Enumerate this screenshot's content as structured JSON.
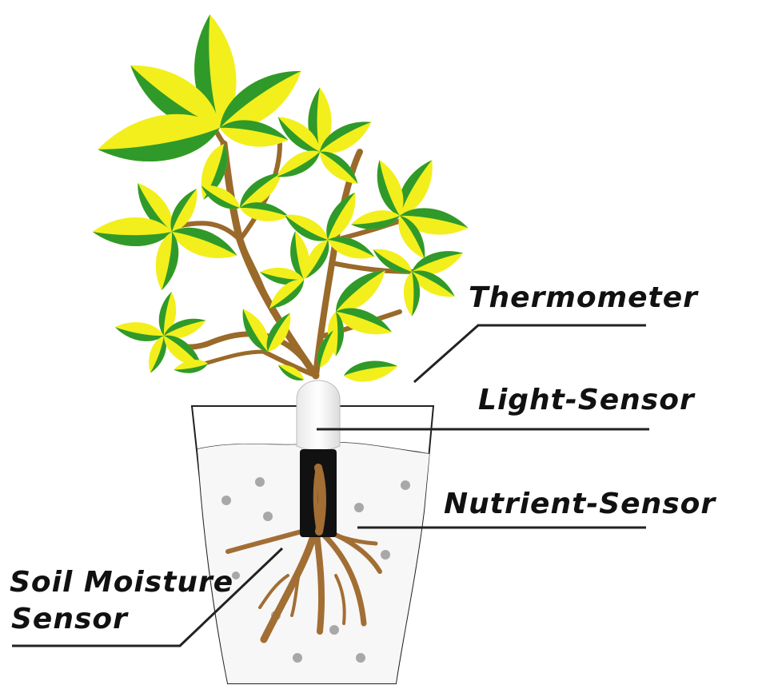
{
  "labels": {
    "thermometer": "Thermometer",
    "light_sensor": "Light-Sensor",
    "nutrient_sensor": "Nutrient-Sensor",
    "soil_moisture_line1": "Soil Moisture",
    "soil_moisture_line2": "Sensor"
  },
  "colors": {
    "leaf_green": "#2f9a2a",
    "leaf_yellow": "#f2f21a",
    "stem_brown": "#9a6a2a",
    "root_brown": "#a26e34",
    "probe_black": "#111111",
    "pot_outline": "#222222",
    "soil_dot": "#a8a8a8"
  }
}
